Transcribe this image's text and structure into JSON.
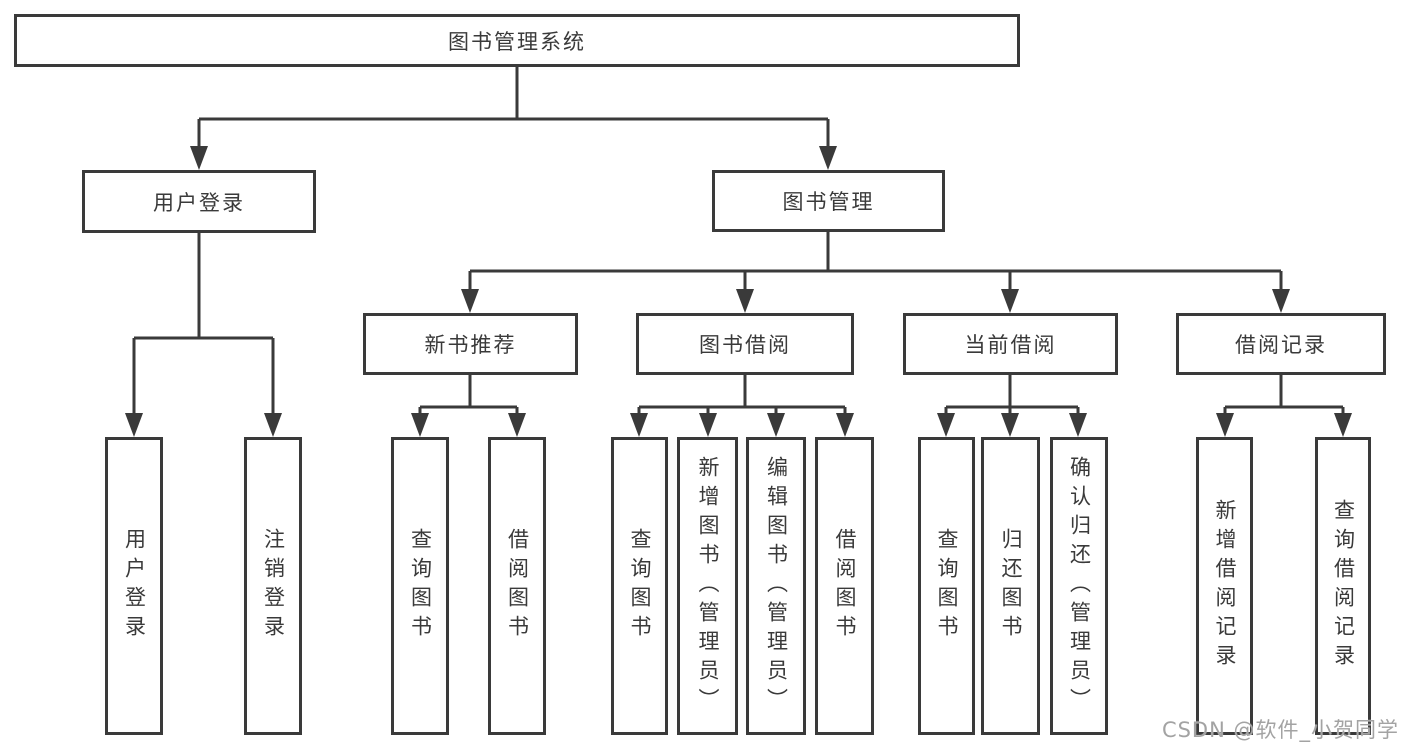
{
  "diagram": {
    "type": "hierarchy-tree",
    "watermark": "CSDN @软件_小贺同学",
    "colors": {
      "line": "#3a3a3a",
      "box_border": "#3a3a3a",
      "box_fill": "#ffffff",
      "text": "#3a3a3a",
      "watermark": "#a3a3a3",
      "background": "#ffffff"
    },
    "nodes": {
      "root": "图书管理系统",
      "user_login": "用户登录",
      "book_management": "图书管理",
      "new_book_recommend": "新书推荐",
      "book_borrowing": "图书借阅",
      "current_borrowing": "当前借阅",
      "borrowing_records": "借阅记录"
    },
    "leaves": [
      {
        "parent": "用户登录",
        "label": "用户登录"
      },
      {
        "parent": "用户登录",
        "label": "注销登录"
      },
      {
        "parent": "新书推荐",
        "label": "查询图书"
      },
      {
        "parent": "新书推荐",
        "label": "借阅图书"
      },
      {
        "parent": "图书借阅",
        "label": "查询图书"
      },
      {
        "parent": "图书借阅",
        "label": "新增图书（管理员）"
      },
      {
        "parent": "图书借阅",
        "label": "编辑图书（管理员）"
      },
      {
        "parent": "图书借阅",
        "label": "借阅图书"
      },
      {
        "parent": "当前借阅",
        "label": "查询图书"
      },
      {
        "parent": "当前借阅",
        "label": "归还图书"
      },
      {
        "parent": "当前借阅",
        "label": "确认归还（管理员）"
      },
      {
        "parent": "借阅记录",
        "label": "新增借阅记录"
      },
      {
        "parent": "借阅记录",
        "label": "查询借阅记录"
      }
    ]
  }
}
